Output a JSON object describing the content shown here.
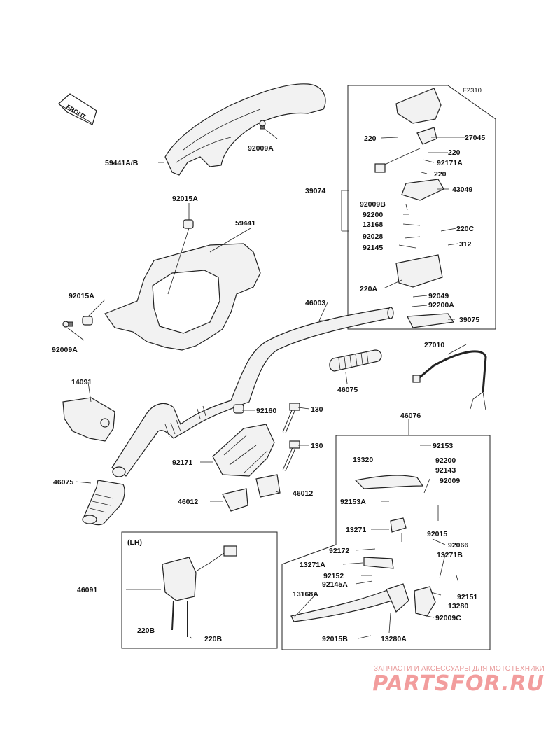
{
  "figure_code": "F2310",
  "front_marker": "FRONT",
  "lh_label": "(LH)",
  "callouts": {
    "c59441AB": "59441A/B",
    "c92009A_top": "92009A",
    "c92015A_top": "92015A",
    "c59441": "59441",
    "c92015A_left": "92015A",
    "c92009A_left": "92009A",
    "c46003": "46003",
    "c39074": "39074",
    "c220_a": "220",
    "c27045": "27045",
    "c220_b": "220",
    "c92171A": "92171A",
    "c220_c": "220",
    "c43049": "43049",
    "c92009B": "92009B",
    "c92200": "92200",
    "c13168": "13168",
    "c220C": "220C",
    "c92028": "92028",
    "c92145": "92145",
    "c312": "312",
    "c220A": "220A",
    "c92049": "92049",
    "c92200A": "92200A",
    "c39075": "39075",
    "c27010": "27010",
    "c46075_right": "46075",
    "c14091": "14091",
    "c46075_left": "46075",
    "c92160": "92160",
    "c130_a": "130",
    "c130_b": "130",
    "c92171": "92171",
    "c46012_a": "46012",
    "c46012_b": "46012",
    "c46076": "46076",
    "c92153": "92153",
    "c13320": "13320",
    "c92200_r": "92200",
    "c92143": "92143",
    "c92009": "92009",
    "c92153A": "92153A",
    "c13271": "13271",
    "c92015": "92015",
    "c92066": "92066",
    "c92172": "92172",
    "c13271B": "13271B",
    "c13271A": "13271A",
    "c92152": "92152",
    "c92145A": "92145A",
    "c92151": "92151",
    "c13168A": "13168A",
    "c13280": "13280",
    "c92009C": "92009C",
    "c92015B": "92015B",
    "c13280A": "13280A",
    "c46091": "46091",
    "c220B_a": "220B",
    "c220B_b": "220B"
  },
  "watermark": {
    "tagline": "ЗАПЧАСТИ И АКСЕССУАРЫ ДЛЯ МОТОТЕХНИКИ",
    "logo": "PARTSFOR.RU"
  }
}
